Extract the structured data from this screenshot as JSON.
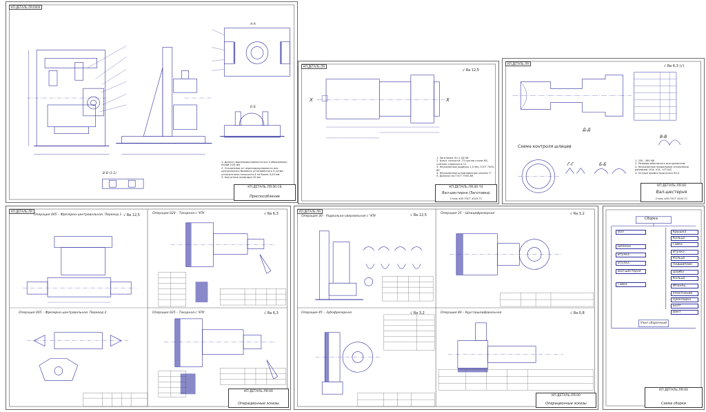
{
  "sheets": {
    "fixture": {
      "stamp": "КП.ДЕТАЛЬ.ЛЯ.0000",
      "section_aa": "А-А",
      "section_bb": "Б-Б",
      "view_label": "В-В (1:1)",
      "notes": [
        "1. Допуск перпендикулярности оси 3 образуемых: полей 0,05 мм",
        "2. Отклонение от перпендикулярности оси центрального базового установочного 4 сигма относительно плоскости 4 не более 0,03 мм",
        "3. Ход штока цилиндра 20 мм"
      ],
      "title_code": "КП.ДЕТАЛЬ.ЛЯ.00.СБ",
      "title_name": "Приспособление"
    },
    "blank": {
      "stamp": "КП.ДЕТАЛЬ.ЛЯ",
      "roughness": "√ Ra 12,5",
      "axis_label": "X",
      "notes": [
        "1. Заготовка: Ø=1,00 НВ",
        "2. Класс точности: Т3 группа стали М2, степень сложности С2",
        "3. Неуказанные радиусы 1,5 мм, ГОСТ 7505-89",
        "4. Неуказанные штамповочные уклоны 7°",
        "5. Допуски по ГОСТ 7505-89"
      ],
      "title_code": "КП.ДЕТАЛЬ.ЛЯ.00.ЧЗ",
      "title_name": "Вал-шестерня (Заготовка)",
      "material": "Сталь 40Х ГОСТ 4543-71"
    },
    "part": {
      "stamp": "КП.ДЕТАЛЬ.ЛЯ",
      "roughness": "√ Ra 6,3 (√)",
      "spline_scheme": "Схема контроля шлицев",
      "sections": [
        "Г-Г",
        "Б-Б",
        "В-В",
        "Д-Д"
      ],
      "notes": [
        "1. 250...280 НВ",
        "2. Размеры обеспечить инструментом",
        "3. Неуказанные предельные отклонения размеров: H14, h14, ±IT14/2",
        "4. Острые кромки притупить R0,5"
      ],
      "title_code": "КП.ДЕТАЛЬ.ЛЯ.00",
      "title_name": "Вал-шестерня",
      "material": "Сталь 40Х ГОСТ 4543-71"
    },
    "ops_left": {
      "stamp": "КП.ДЕТАЛЬ.ЛЯ",
      "op1": "Операция 005 – Фрезерно-центровальная. Переход 1",
      "op1_roughness": "√ Ra 12,5",
      "op2": "Операция 005 – Фрезерно-центровальная. Переход 2",
      "op3": "Операция 020 – Токарная с ЧПУ",
      "op3_roughness": "√ Ra 6,3",
      "op4": "Операция 025 – Токарная с ЧПУ",
      "op4_roughness": "√ Ra 6,3",
      "title_code": "КП.ДЕТАЛЬ.ЛЯ.00",
      "title_name": "Операционные эскизы"
    },
    "ops_right": {
      "stamp": "КП.ДЕТАЛЬ.ЛЯ",
      "op5": "Операция 30 – Радиально-сверлильная с ЧПУ",
      "op5_roughness": "√ Ra 12,5",
      "op6": "Операция 35 – Шлицефрезерная",
      "op6_roughness": "√ Ra 3,2",
      "op7": "Операция 45 – Зубофрезерная",
      "op7_roughness": "√ Ra 3,2",
      "op8": "Операция 40 – Круглошлифовальная",
      "op8_roughness": "√ Ra 0,8",
      "title_code": "КП.ДЕТАЛЬ.ЛЯ.00",
      "title_name": "Операционные эскизы"
    },
    "assembly": {
      "top_box": "Сборка",
      "items_left": [
        "Вал",
        "Шпонка",
        "Втулка",
        "Втулка",
        "Вал-шестерня",
        "Гайка"
      ],
      "items_right": [
        "Крышка",
        "Кольцо",
        "Гайка",
        "Втулка",
        "Кольцо",
        "Подшипник",
        "Шайба",
        "Кольцо",
        "Фланец",
        "Уплотнение",
        "Прокладка",
        "Болт",
        "Винт"
      ],
      "bottom_box": "Узел сборочный",
      "title_code": "КП.ДЕТАЛЬ.ЛЯ.00",
      "title_name": "Схема сборки"
    }
  },
  "colors": {
    "line": "#2a2a9e",
    "frame": "#5a5a5a",
    "ink": "#222222"
  }
}
